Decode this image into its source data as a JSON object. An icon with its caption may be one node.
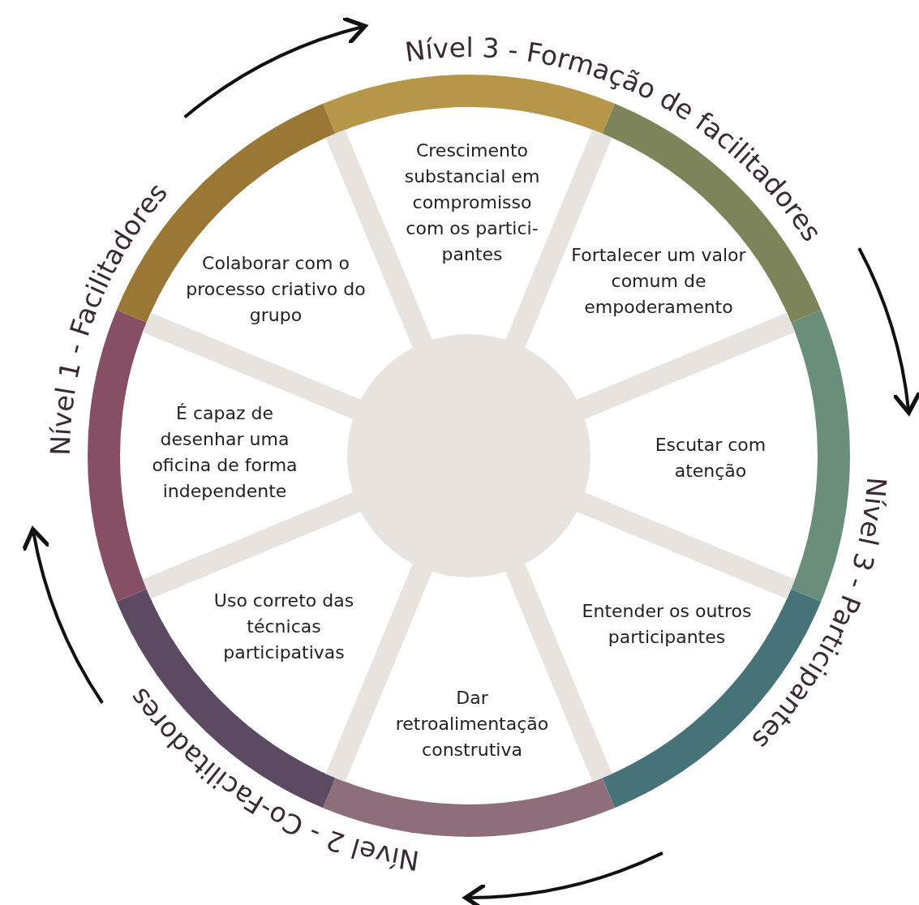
{
  "diagram": {
    "nodes": [
      {
        "text": [
          "Crescimento substancial em compromisso com os partici- pantes"
        ]
      },
      {
        "text": [
          "Fortalecer um valor comum de empoderamento"
        ]
      },
      {
        "text": [
          "Colaborar com o processo criativo do grupo"
        ]
      },
      {
        "text": [
          "É capaz de desenhar uma oficina de forma independente"
        ]
      },
      {
        "text": [
          "Escutar com atenção"
        ]
      },
      {
        "text": [
          "Uso correto das técnicas participativas"
        ]
      },
      {
        "text": [
          "Entender os outros participantes"
        ]
      },
      {
        "text": [
          "Dar retroalimentação construtiva"
        ]
      }
    ],
    "labels": [
      "Nível 3 - Formação de facilitadores",
      "Nível 1 - Facilitadores",
      "Nível 3 - Participantes",
      "Nível 2 - Co-Facilitadores"
    ]
  }
}
